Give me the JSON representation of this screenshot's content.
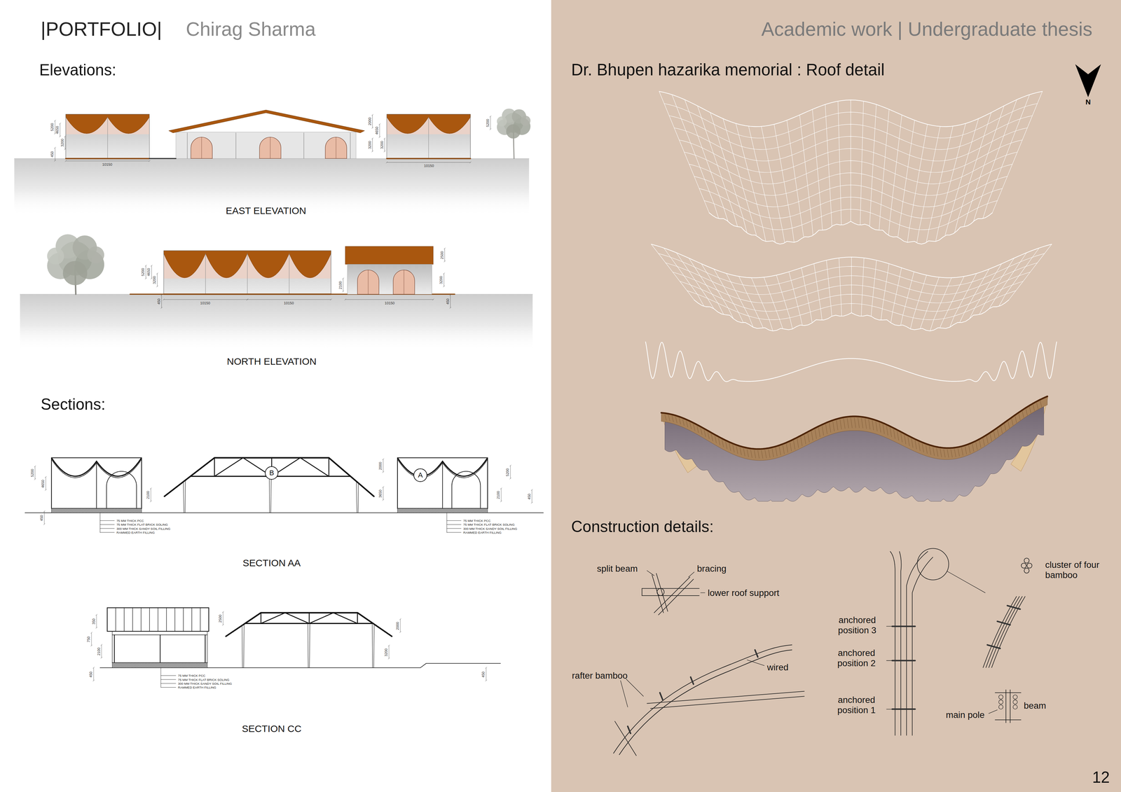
{
  "diagram": {
    "nodes": [
      {
        "text": [
          "B"
        ]
      },
      {
        "text": [
          "A"
        ]
      }
    ],
    "labels": [
      "|PORTFOLIO|",
      "Chirag Sharma",
      "Elevations:",
      "5200",
      "4650",
      "3200",
      "450",
      "10150",
      "2000",
      "3200",
      "4650",
      "3200",
      "5200",
      "10150",
      "EAST ELEVATION",
      "5200",
      "4650",
      "3200",
      "450",
      "10150",
      "10150",
      "2100",
      "10150",
      "2500",
      "3200",
      "450",
      "NORTH ELEVATION",
      "Sections:",
      "5200",
      "4650",
      "450",
      "2100",
      "75 MM THICK PCC",
      "75 MM THICK FLAT BRICK SOLING",
      "300 MM THICK SANDY SOIL FILLING",
      "RAMMED EARTH FILLING",
      "2000",
      "3650",
      "2100",
      "5200",
      "450",
      "75 MM THICK PCC",
      "75 MM THICK FLAT BRICK SOLING",
      "300 MM THICK SANDY SOIL FILLING",
      "RAMMED EARTH FILLING",
      "SECTION AA",
      "350",
      "750",
      "2100",
      "450",
      "2500",
      "75 MM THICK PCC",
      "75 MM THICK FLAT BRICK SOLING",
      "300 MM THICK SANDY SOIL FILLING",
      "RAMMED EARTH FILLING",
      "2000",
      "3200",
      "450",
      "SECTION CC",
      "Academic work | Undergraduate thesis",
      "Dr. Bhupen hazarika memorial : Roof detail",
      "N",
      "Construction details:",
      "split beam",
      "bracing",
      "lower roof support",
      "rafter bamboo",
      "wired",
      "anchored position 3",
      "anchored position 2",
      "anchored position 1",
      "cluster of four bamboo",
      "main pole",
      "beam",
      "12"
    ]
  }
}
